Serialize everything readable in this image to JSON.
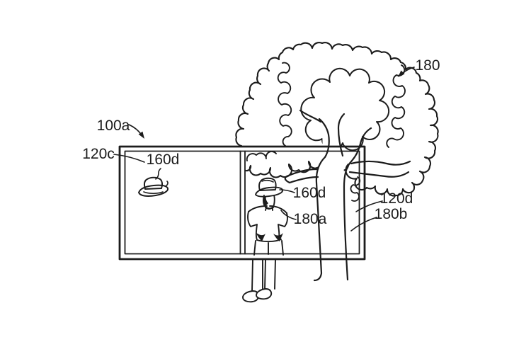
{
  "figure": {
    "type": "patent-line-drawing",
    "background_color": "#ffffff",
    "ink_color": "#1c1c1c",
    "labels": {
      "ref_100a": "100a",
      "ref_120c": "120c",
      "ref_160d_virtual": "160d",
      "ref_160d_real": "160d",
      "ref_180": "180",
      "ref_180a": "180a",
      "ref_120d": "120d",
      "ref_180b": "180b"
    },
    "glyphs": {
      "virtual_hat": "hat-icon",
      "real_hat": "hat-icon",
      "person": "person-rear-view",
      "tree": "tree",
      "display": "two-panel-display-frame"
    }
  }
}
